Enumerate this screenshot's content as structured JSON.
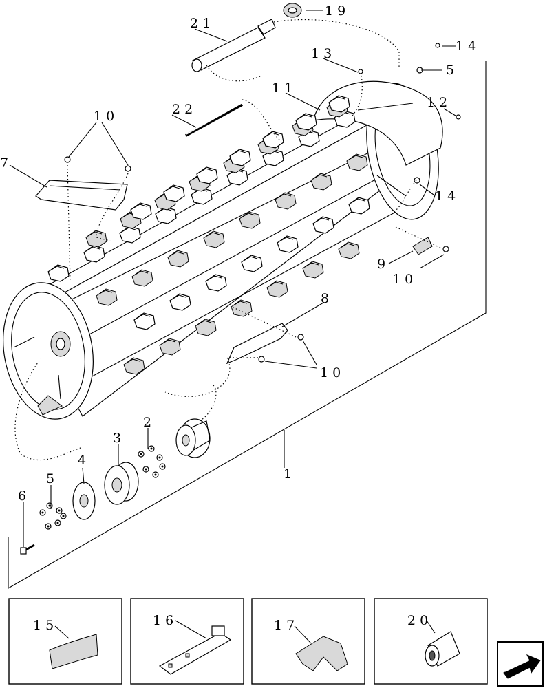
{
  "callouts": {
    "c1": "1",
    "c2": "2",
    "c3": "3",
    "c4": "4",
    "c5a": "5",
    "c5b": "5",
    "c6": "6",
    "c7": "7",
    "c8": "8",
    "c9": "9",
    "c10a": "10",
    "c10b": "10",
    "c10c": "10",
    "c11": "11",
    "c12": "12",
    "c13": "13",
    "c14a": "14",
    "c14b": "14",
    "c19": "19",
    "c21": "21",
    "c22": "22"
  },
  "inset_boxes": {
    "b15": "15",
    "b16": "16",
    "b17": "17",
    "b20": "20"
  },
  "nav": {
    "icon": "next-page-arrow-icon"
  }
}
